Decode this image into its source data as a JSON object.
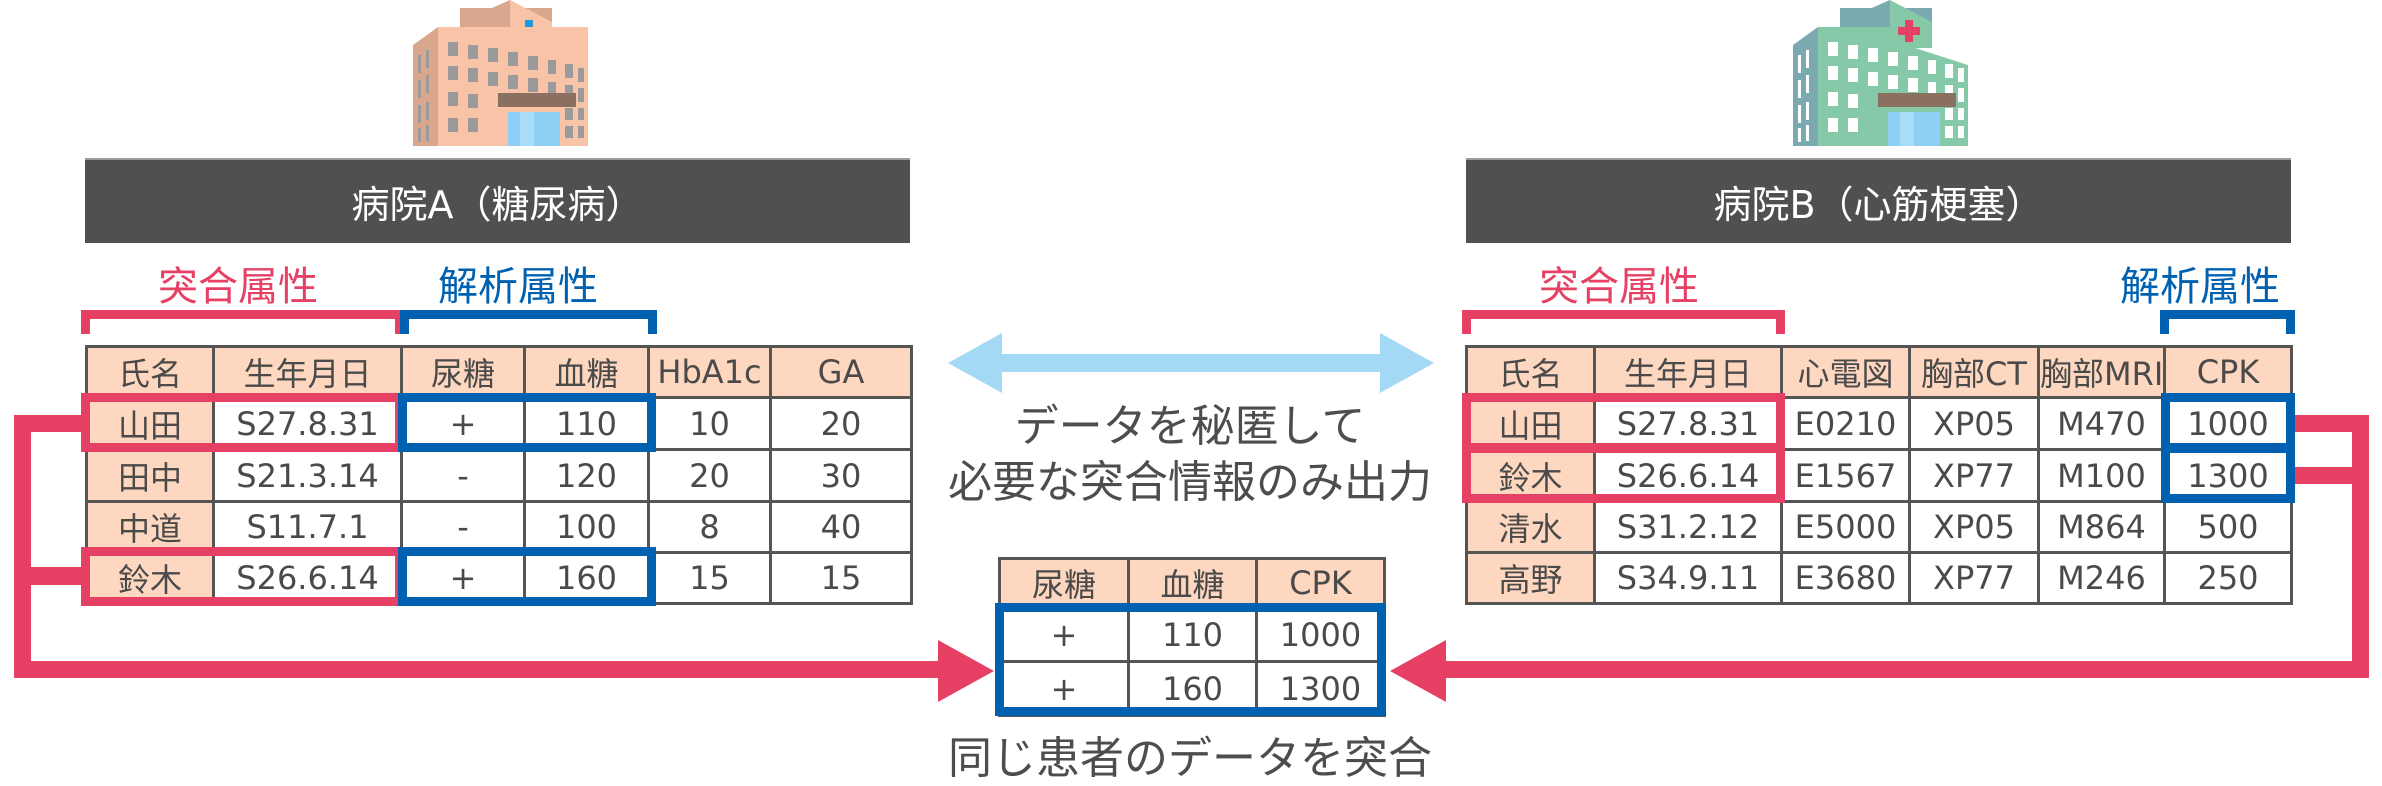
{
  "hospital_a": {
    "title": "病院A（糖尿病）",
    "icon": "hospital-building-icon",
    "icon_color": "#f8c3a6",
    "cross_color": "#1e9be0",
    "match_label": "突合属性",
    "analysis_label": "解析属性",
    "headers": [
      "氏名",
      "生年月日",
      "尿糖",
      "血糖",
      "HbA1c",
      "GA"
    ],
    "rows": [
      [
        "山田",
        "S27.8.31",
        "+",
        "110",
        "10",
        "20"
      ],
      [
        "田中",
        "S21.3.14",
        "-",
        "120",
        "20",
        "30"
      ],
      [
        "中道",
        "S11.7.1",
        "-",
        "100",
        "8",
        "40"
      ],
      [
        "鈴木",
        "S26.6.14",
        "+",
        "160",
        "15",
        "15"
      ]
    ]
  },
  "hospital_b": {
    "title": "病院B（心筋梗塞）",
    "icon": "hospital-building-icon",
    "icon_color": "#86c9a9",
    "cross_color": "#e64164",
    "match_label": "突合属性",
    "analysis_label": "解析属性",
    "headers": [
      "氏名",
      "生年月日",
      "心電図",
      "胸部CT",
      "胸部MRI",
      "CPK"
    ],
    "rows": [
      [
        "山田",
        "S27.8.31",
        "E0210",
        "XP05",
        "M470",
        "1000"
      ],
      [
        "鈴木",
        "S26.6.14",
        "E1567",
        "XP77",
        "M100",
        "1300"
      ],
      [
        "清水",
        "S31.2.12",
        "E5000",
        "XP05",
        "M864",
        "500"
      ],
      [
        "高野",
        "S34.9.11",
        "E3680",
        "XP77",
        "M246",
        "250"
      ]
    ]
  },
  "center": {
    "line1": "データを秘匿して",
    "line2": "必要な突合情報のみ出力",
    "arrow_icon": "double-arrow-icon",
    "arrow_color": "#a3d9f5"
  },
  "result": {
    "headers": [
      "尿糖",
      "血糖",
      "CPK"
    ],
    "rows": [
      [
        "+",
        "110",
        "1000"
      ],
      [
        "+",
        "160",
        "1300"
      ]
    ],
    "caption": "同じ患者のデータを突合"
  },
  "colors": {
    "match": "#e64164",
    "analysis": "#0061b1",
    "header_bar": "#505050",
    "header_cell": "#fdd7bf"
  }
}
